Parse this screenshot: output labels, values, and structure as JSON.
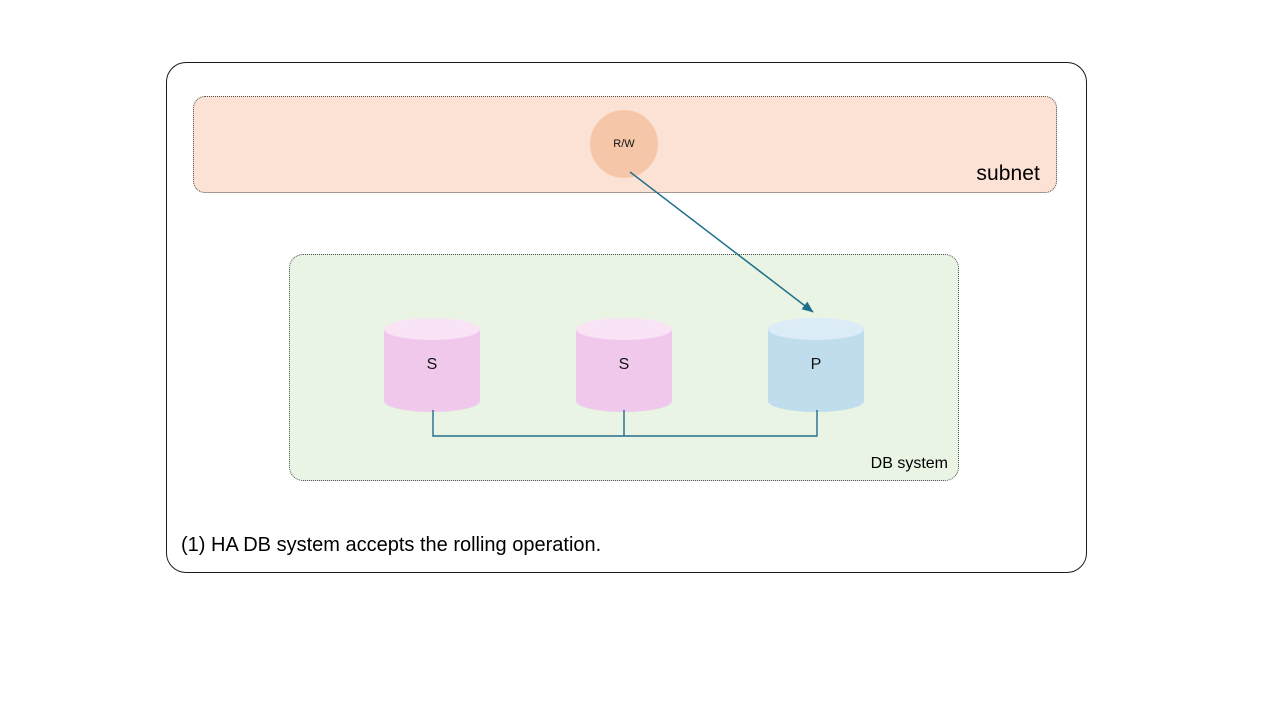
{
  "diagram": {
    "caption": "(1) HA DB system accepts the rolling operation.",
    "zones": {
      "subnet": {
        "label": "subnet",
        "fill": "#fbe2d5",
        "border": "#4d4d4d"
      },
      "db_system": {
        "label": "DB system",
        "fill": "#eaf4e4",
        "border": "#4d4d4d"
      }
    },
    "endpoint": {
      "label": "R/W",
      "fill": "#f5c6a8"
    },
    "nodes": [
      {
        "label": "S",
        "role": "standby",
        "fill": "#f0c8ec",
        "top_fill": "#f9e4f6"
      },
      {
        "label": "S",
        "role": "standby",
        "fill": "#f0c8ec",
        "top_fill": "#f9e4f6"
      },
      {
        "label": "P",
        "role": "primary",
        "fill": "#bfdded",
        "top_fill": "#dcecf7"
      }
    ],
    "connector_color": "#1f6e8c",
    "frame_color": "#1a1a1a"
  }
}
